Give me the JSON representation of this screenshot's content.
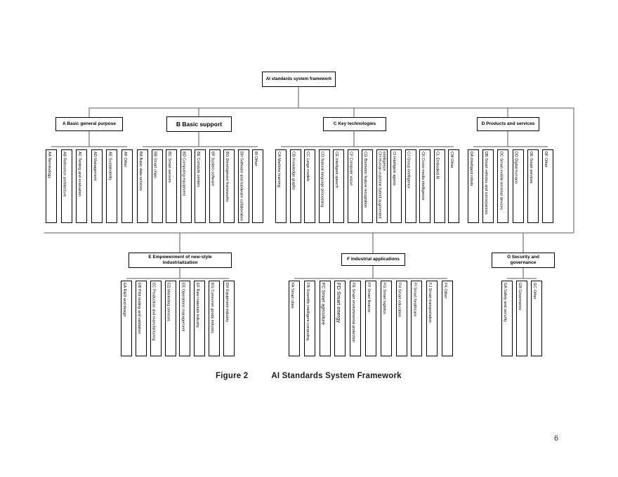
{
  "root": {
    "label": "AI standards system framework"
  },
  "groups": [
    {
      "label": "A Basic general purpose",
      "children": [
        "AA Terminology",
        "AB Reference architecture",
        "AC Testing and evaluation",
        "AD Management",
        "AE Sustainability",
        "AF Other"
      ]
    },
    {
      "label": "B Basic support",
      "children": [
        "BA Basic data services",
        "BB Smart chips",
        "BC Smart sensors",
        "BD Computing equipment",
        "BE Compute centers",
        "BF System software",
        "BG Development frameworks",
        "BH Software and hardware collaboration",
        "BI Other"
      ]
    },
    {
      "label": "C Key technologies",
      "children": [
        "CA Machine learning",
        "CB Knowledge graphs",
        "CC Large models",
        "CD Natural language processing",
        "CE Intelligent speech",
        "CF Computer vision",
        "CG Biometric feature recognition",
        "CH Human-machine hybrid augmented intelligence",
        "CI Intelligent agents",
        "CJ Group intelligence",
        "CK Cross-media intelligence",
        "CL Embodied AI",
        "CM Other"
      ]
    },
    {
      "label": "D Products and services",
      "children": [
        "DA Intelligent robots",
        "DB Smart vehicles and conveyances",
        "DC Smart mobile terminal devices",
        "DD Digital humans",
        "DE Smart services",
        "DF Other"
      ]
    },
    {
      "label": "E Empowerment of new-style industrialization",
      "children": [
        "EA R&D and design",
        "EB Pilot testing and validation",
        "EC Production and manufacturing",
        "ED Marketing services",
        "EE Operations management",
        "EF Raw materials industry",
        "EG Consumer goods industry",
        "EH Equipment industry"
      ]
    },
    {
      "label": "F Industrial applications",
      "children": [
        "FA Smart cities",
        "FB Scientific intelligent computing",
        "FC Smart agriculture",
        "FD Smart energy",
        "FE Smart environmental protection",
        "FF Smart finance",
        "FG Smart logistics",
        "FH Smart education",
        "FI Smart healthcare",
        "FJ Smart transportation",
        "FK Other"
      ]
    },
    {
      "label": "G Security and governance",
      "children": [
        "GA Safety and security",
        "GB Governance",
        "GC Other"
      ]
    }
  ],
  "caption": {
    "label": "Figure 2",
    "title": "AI Standards System Framework"
  },
  "page_number": "6",
  "colors": {
    "connector": "#595959",
    "box_border": "#000000",
    "background": "#ffffff"
  }
}
